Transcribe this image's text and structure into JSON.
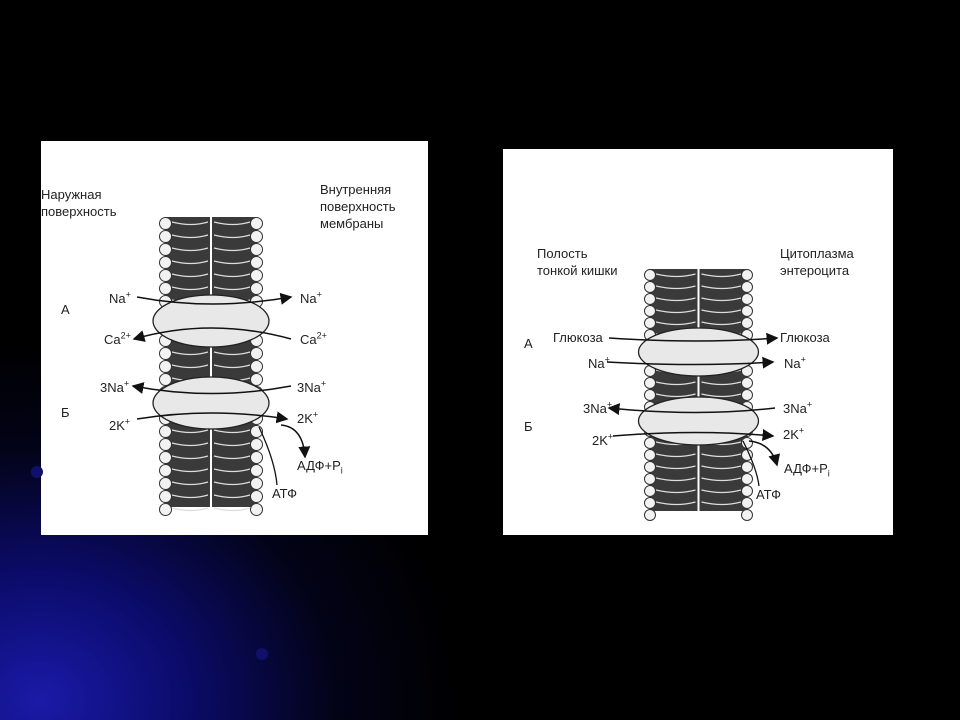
{
  "colors": {
    "slide_bg": "#000000",
    "gradient": "#1a1aa8",
    "panel": "#ffffff",
    "ink": "#222222"
  },
  "left": {
    "outer_label": [
      "Наружная",
      "поверхность"
    ],
    "inner_label": [
      "Внутренняя",
      "поверхность",
      "мембраны"
    ],
    "row_a": "А",
    "row_b": "Б",
    "a_in_top": "Na",
    "a_in_top_sup": "+",
    "a_out_top": "Na",
    "a_out_top_sup": "+",
    "a_in_bot": "Ca",
    "a_in_bot_sup": "2+",
    "a_out_bot": "Ca",
    "a_out_bot_sup": "2+",
    "b_left_top": "3Na",
    "b_left_top_sup": "+",
    "b_right_top": "3Na",
    "b_right_top_sup": "+",
    "b_left_bot": "2K",
    "b_left_bot_sup": "+",
    "b_right_bot": "2K",
    "b_right_bot_sup": "+",
    "adp": "АДФ+P",
    "adp_sub": "i",
    "atp": "АТФ"
  },
  "right": {
    "outer_label": [
      "Полость",
      "тонкой кишки"
    ],
    "inner_label": [
      "Цитоплазма",
      "энтероцита"
    ],
    "row_a": "А",
    "row_b": "Б",
    "a_left_top": "Глюкоза",
    "a_right_top": "Глюкоза",
    "a_left_bot": "Na",
    "a_left_bot_sup": "+",
    "a_right_bot": "Na",
    "a_right_bot_sup": "+",
    "b_left_top": "3Na",
    "b_left_top_sup": "+",
    "b_right_top": "3Na",
    "b_right_top_sup": "+",
    "b_left_bot": "2K",
    "b_left_bot_sup": "+",
    "b_right_bot": "2K",
    "b_right_bot_sup": "+",
    "adp": "АДФ+P",
    "adp_sub": "i",
    "atp": "АТФ"
  }
}
